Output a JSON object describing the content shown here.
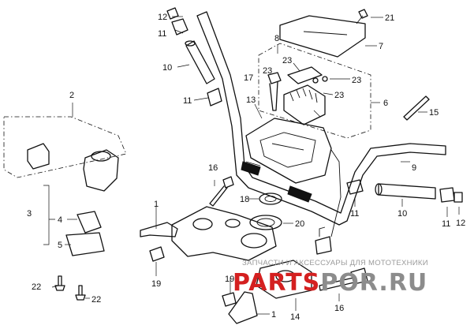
{
  "labels": {
    "c1a": "1",
    "c1b": "1",
    "c2": "2",
    "c3": "3",
    "c4": "4",
    "c5": "5",
    "c6": "6",
    "c7": "7",
    "c8": "8",
    "c9": "9",
    "c10a": "10",
    "c10b": "10",
    "c11a": "11",
    "c11b": "11",
    "c11c": "11",
    "c11d": "11",
    "c12a": "12",
    "c12b": "12",
    "c13": "13",
    "c14": "14",
    "c15": "15",
    "c16a": "16",
    "c16b": "16",
    "c17": "17",
    "c18": "18",
    "c19a": "19",
    "c19b": "19",
    "c20": "20",
    "c21": "21",
    "c22a": "22",
    "c22b": "22",
    "c23a": "23",
    "c23b": "23",
    "c23c": "23",
    "c23d": "23"
  },
  "watermark": {
    "line1": "ЗАПЧАСТИ  И  АКСЕССУАРЫ ДЛЯ МОТОТЕХНИКИ",
    "line2_red": "PARTS",
    "line2_gray": "POR.RU"
  },
  "colors": {
    "ink": "#111111",
    "watermark_red": "#d42020",
    "watermark_gray": "#8c8c8c"
  }
}
